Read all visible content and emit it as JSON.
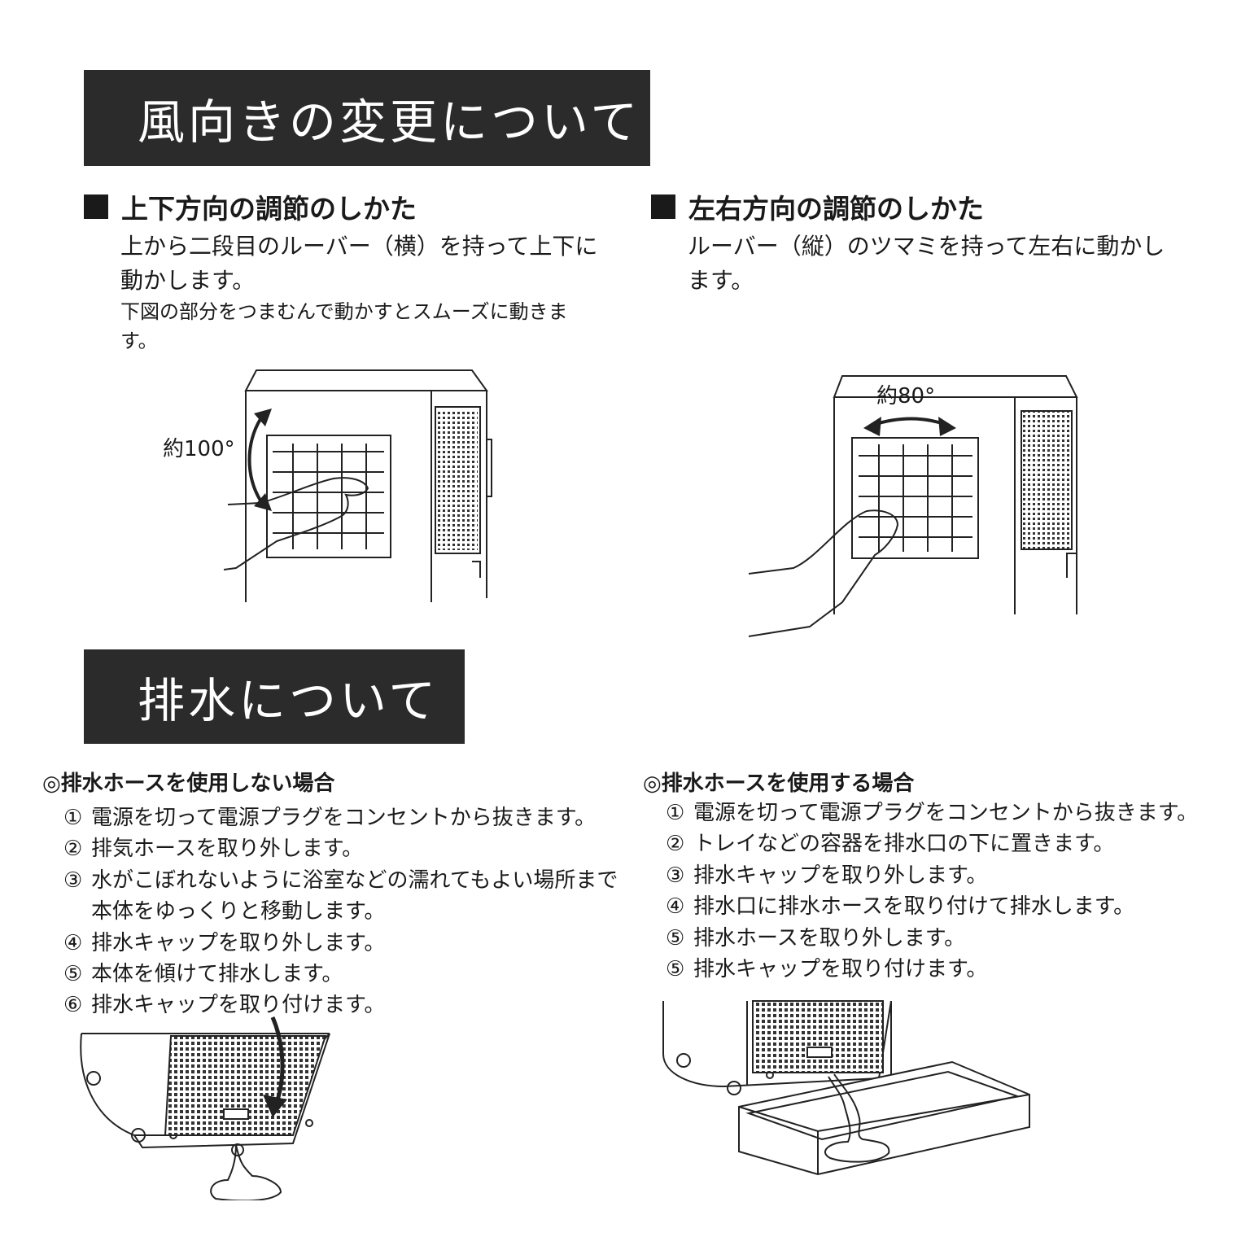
{
  "section1": {
    "title": "風向きの変更について",
    "vertical": {
      "heading": "上下方向の調節のしかた",
      "body": "上から二段目のルーバー（横）を持って上下に動かします。",
      "note": "下図の部分をつまむんで動かすとスムーズに動きます。",
      "angle_label": "約100°"
    },
    "horizontal": {
      "heading": "左右方向の調節のしかた",
      "body": "ルーバー（縦）のツマミを持って左右に動かします。",
      "angle_label": "約80°"
    }
  },
  "section2": {
    "title": "排水について",
    "no_hose": {
      "title": "◎排水ホースを使用しない場合",
      "steps": [
        {
          "num": "①",
          "text": "電源を切って電源プラグをコンセントから抜きます。"
        },
        {
          "num": "②",
          "text": "排気ホースを取り外します。"
        },
        {
          "num": "③",
          "text": "水がこぼれないように浴室などの濡れてもよい場所まで",
          "cont": "本体をゆっくりと移動します。"
        },
        {
          "num": "④",
          "text": "排水キャップを取り外します。"
        },
        {
          "num": "⑤",
          "text": "本体を傾けて排水します。"
        },
        {
          "num": "⑥",
          "text": "排水キャップを取り付けます。"
        }
      ]
    },
    "with_hose": {
      "title": "◎排水ホースを使用する場合",
      "steps": [
        {
          "num": "①",
          "text": "電源を切って電源プラグをコンセントから抜きます。"
        },
        {
          "num": "②",
          "text": "トレイなどの容器を排水口の下に置きます。"
        },
        {
          "num": "③",
          "text": "排水キャップを取り外します。"
        },
        {
          "num": "④",
          "text": "排水口に排水ホースを取り付けて排水します。"
        },
        {
          "num": "⑤",
          "text": "排水ホースを取り外します。"
        },
        {
          "num": "⑤",
          "text": "排水キャップを取り付けます。"
        }
      ]
    }
  },
  "colors": {
    "banner_bg": "#2b2b2b",
    "banner_text": "#ffffff",
    "text": "#1a1a1a"
  }
}
